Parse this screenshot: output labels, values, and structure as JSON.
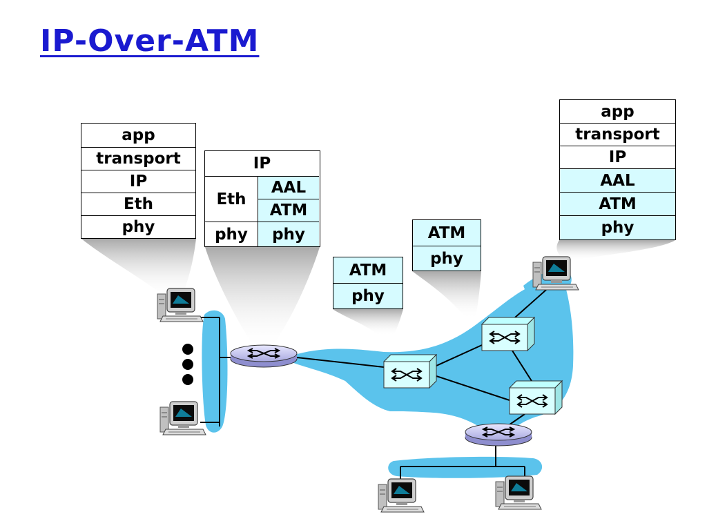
{
  "title": "IP-Over-ATM",
  "stacks": {
    "host_left": [
      "app",
      "transport",
      "IP",
      "Eth",
      "phy"
    ],
    "router": {
      "top": "IP",
      "eth_side": {
        "label": "Eth",
        "phy": "phy"
      },
      "atm_side": {
        "aal": "AAL",
        "atm": "ATM",
        "phy": "phy"
      }
    },
    "switch_a": [
      "ATM",
      "phy"
    ],
    "switch_b": [
      "ATM",
      "phy"
    ],
    "host_right": [
      "app",
      "transport",
      "IP",
      "AAL",
      "ATM",
      "phy"
    ]
  },
  "colors": {
    "title": "#1a1ad0",
    "network": "#5bc3ec",
    "atm_layer": "#d6fbff",
    "device": "#d9ffff"
  },
  "icons": [
    "computer-icon",
    "router-icon",
    "atm-switch-icon",
    "ellipsis-dots"
  ]
}
